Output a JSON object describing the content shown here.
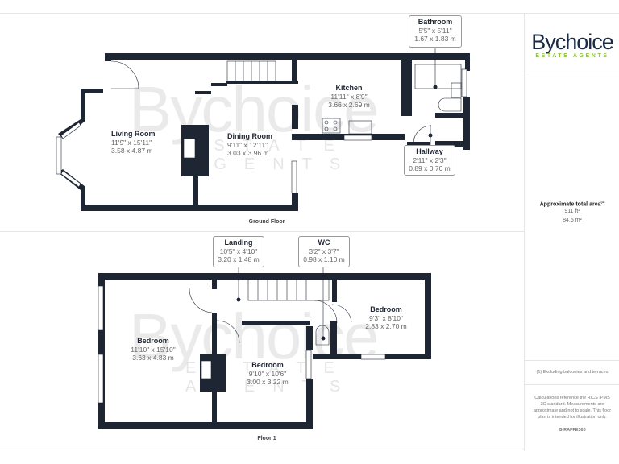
{
  "brand": {
    "name": "Bychoice",
    "tagline": "ESTATE AGENTS",
    "primary_color": "#1c2b45",
    "accent_color": "#8dc63f"
  },
  "summary": {
    "title": "Approximate total area",
    "title_sup": "(1)",
    "area_imperial": "911 ft²",
    "area_metric": "84.6 m²",
    "footnote": "(1) Excluding balconies and terraces",
    "disclaimer": "Calculations reference the RICS IPMS 3C standard. Measurements are approximate and not to scale. This floor plan is intended for illustration only.",
    "credit": "GIRAFFE360"
  },
  "floors": [
    {
      "label": "Ground Floor",
      "rooms": [
        {
          "name": "Living Room",
          "imperial": "11'9\" x 15'11\"",
          "metric": "3.58 x 4.87 m"
        },
        {
          "name": "Dining Room",
          "imperial": "9'11\" x 12'11\"",
          "metric": "3.03 x 3.96 m"
        },
        {
          "name": "Kitchen",
          "imperial": "11'11\" x 8'9\"",
          "metric": "3.66 x 2.69 m"
        },
        {
          "name": "Bathroom",
          "imperial": "5'5\" x 5'11\"",
          "metric": "1.67 x 1.83 m"
        },
        {
          "name": "Hallway",
          "imperial": "2'11\" x 2'3\"",
          "metric": "0.89 x 0.70 m"
        }
      ]
    },
    {
      "label": "Floor 1",
      "rooms": [
        {
          "name": "Landing",
          "imperial": "10'5\" x 4'10\"",
          "metric": "3.20 x 1.48 m"
        },
        {
          "name": "WC",
          "imperial": "3'2\" x 3'7\"",
          "metric": "0.98 x 1.10 m"
        },
        {
          "name": "Bedroom",
          "imperial": "11'10\" x 15'10\"",
          "metric": "3.63 x 4.83 m"
        },
        {
          "name": "Bedroom",
          "imperial": "9'10\" x 10'6\"",
          "metric": "3.00 x 3.22 m"
        },
        {
          "name": "Bedroom",
          "imperial": "9'3\" x 8'10\"",
          "metric": "2.83 x 2.70 m"
        }
      ]
    }
  ],
  "watermark": {
    "text": "Bychoice",
    "sub": "ESTATE AGENTS"
  }
}
